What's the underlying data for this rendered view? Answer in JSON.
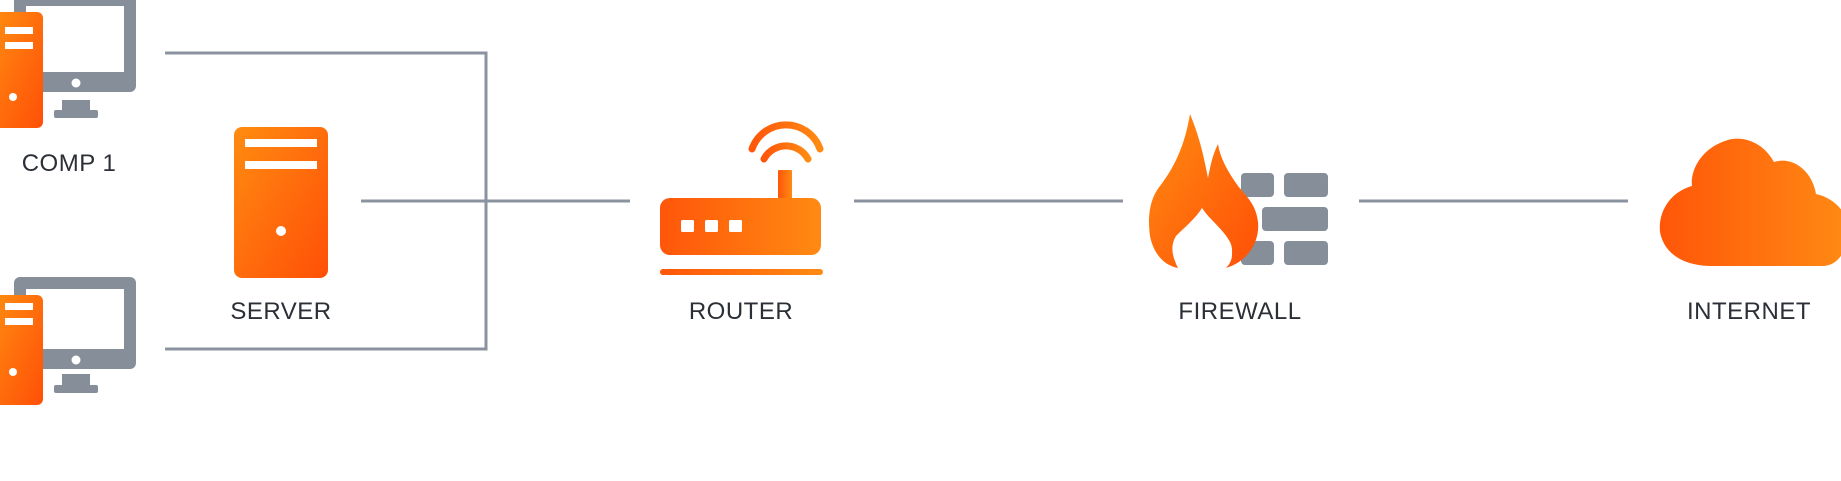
{
  "nodes": {
    "comp1": {
      "label": "COMP 1"
    },
    "comp2": {
      "label": ""
    },
    "server": {
      "label": "SERVER"
    },
    "router": {
      "label": "ROUTER"
    },
    "firewall": {
      "label": "FIREWALL"
    },
    "internet": {
      "label": "INTERNET"
    }
  },
  "colors": {
    "accent_gradient_start": "#ff5a0a",
    "accent_gradient_end": "#ff8c10",
    "line": "#8a939f",
    "icon_gray": "#868e99",
    "label_text": "#2b2f36",
    "background": "#ffffff"
  },
  "icons": {
    "comp1": "desktop-computer-icon",
    "comp2": "desktop-computer-icon",
    "server": "server-tower-icon",
    "router": "wifi-router-icon",
    "firewall": "firewall-flame-icon",
    "internet": "cloud-icon"
  }
}
